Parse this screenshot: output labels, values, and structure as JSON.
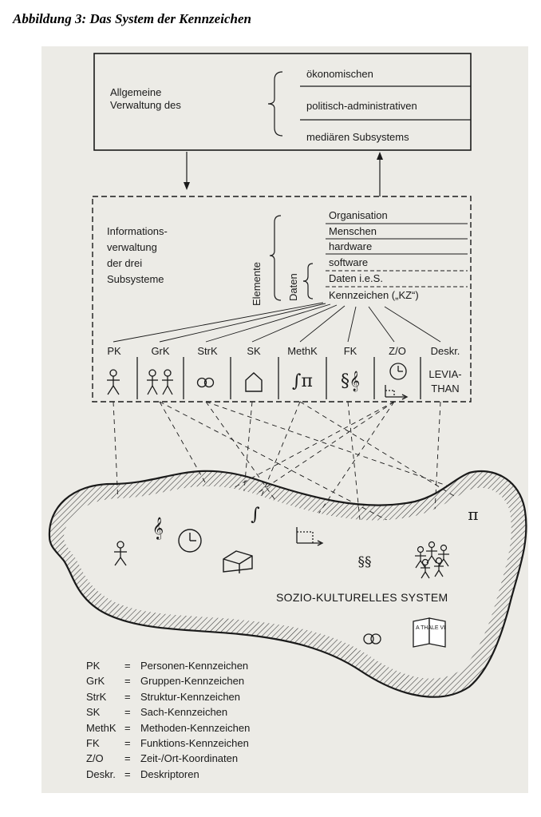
{
  "caption": "Abbildung 3: Das System der Kennzeichen",
  "top_box": {
    "label": "Allgemeine\nVerwaltung des",
    "items": [
      "ökonomischen",
      "politisch-administrativen",
      "mediären   Subsystems"
    ]
  },
  "info_box": {
    "label": "Informations-\nverwaltung\nder drei\nSubsysteme",
    "elemente_label": "Elemente",
    "daten_label": "Daten",
    "items": [
      "Organisation",
      "Menschen",
      "hardware",
      "software",
      "Daten i.e.S.",
      "Kennzeichen („KZ“)"
    ]
  },
  "columns": [
    {
      "abbr": "PK",
      "icon_name": "person-icon",
      "glyph": ""
    },
    {
      "abbr": "GrK",
      "icon_name": "group-icon",
      "glyph": ""
    },
    {
      "abbr": "StrK",
      "icon_name": "rings-icon",
      "glyph": ""
    },
    {
      "abbr": "SK",
      "icon_name": "house-icon",
      "glyph": ""
    },
    {
      "abbr": "MethK",
      "icon_name": "integral-pi-icon",
      "glyph": "∫π"
    },
    {
      "abbr": "FK",
      "icon_name": "paragraph-clef-icon",
      "glyph": "§𝄞"
    },
    {
      "abbr": "Z/O",
      "icon_name": "clock-coordinate-icon",
      "glyph": ""
    },
    {
      "abbr": "Deskr.",
      "icon_name": "leviathan-text",
      "glyph": "LEVIA-\nTHAN"
    }
  ],
  "system": {
    "label": "SOZIO-KULTURELLES SYSTEM",
    "symbols": {
      "clef": "𝄞",
      "integral": "∫",
      "pi": "π",
      "paragraph": "§§"
    },
    "book_text": [
      "A THA",
      "LE VI"
    ]
  },
  "legend": [
    {
      "abbr": "PK",
      "eq": "=",
      "text": "Personen-Kennzeichen"
    },
    {
      "abbr": "GrK",
      "eq": "=",
      "text": "Gruppen-Kennzeichen"
    },
    {
      "abbr": "StrK",
      "eq": "=",
      "text": "Struktur-Kennzeichen"
    },
    {
      "abbr": "SK",
      "eq": "=",
      "text": "Sach-Kennzeichen"
    },
    {
      "abbr": "MethK",
      "eq": "=",
      "text": "Methoden-Kennzeichen"
    },
    {
      "abbr": "FK",
      "eq": "=",
      "text": "Funktions-Kennzeichen"
    },
    {
      "abbr": "Z/O",
      "eq": "=",
      "text": "Zeit-/Ort-Koordinaten"
    },
    {
      "abbr": "Deskr.",
      "eq": "=",
      "text": "Deskriptoren"
    }
  ]
}
